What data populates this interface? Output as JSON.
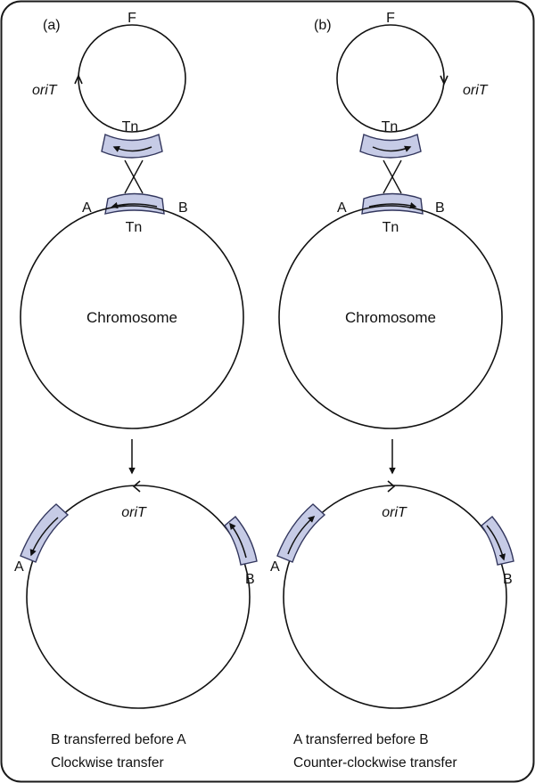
{
  "colors": {
    "frame": "#1a1a1a",
    "line": "#111111",
    "transposon_fill": "#c6cbe6",
    "transposon_stroke": "#33375e"
  },
  "panel_a": {
    "label": "(a)",
    "plasmid_label": "F",
    "origin_label": "oriT",
    "plasmid_tn_label": "Tn",
    "chromosome_tn_label": "Tn",
    "marker_left": "A",
    "marker_right": "B",
    "chromosome_label": "Chromosome",
    "result_origin_label": "oriT",
    "result_marker_left": "A",
    "result_marker_right": "B",
    "caption_line1": "B transferred before A",
    "caption_line2": "Clockwise transfer"
  },
  "panel_b": {
    "label": "(b)",
    "plasmid_label": "F",
    "origin_label": "oriT",
    "plasmid_tn_label": "Tn",
    "chromosome_tn_label": "Tn",
    "marker_left": "A",
    "marker_right": "B",
    "chromosome_label": "Chromosome",
    "result_origin_label": "oriT",
    "result_marker_left": "A",
    "result_marker_right": "B",
    "caption_line1": "A transferred before B",
    "caption_line2": "Counter-clockwise transfer"
  }
}
